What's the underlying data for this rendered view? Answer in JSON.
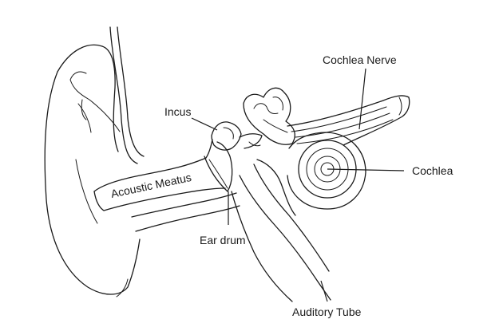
{
  "labels": {
    "cochlea_nerve": "Cochlea Nerve",
    "incus": "Incus",
    "cochlea": "Cochlea",
    "acoustic_meatus": "Acoustic Meatus",
    "ear_drum": "Ear drum",
    "auditory_tube": "Auditory Tube"
  }
}
